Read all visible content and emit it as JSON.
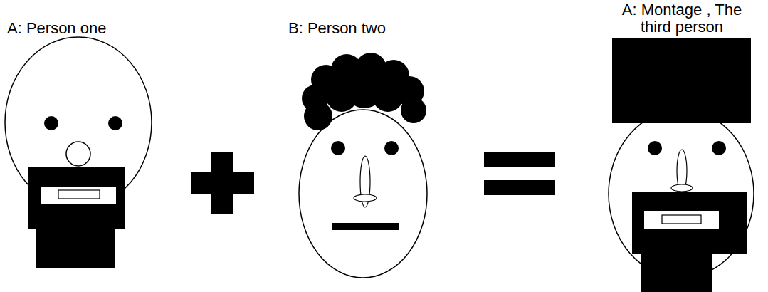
{
  "diagram": {
    "labels": [
      "A: Person one",
      "B: Person two",
      "A: Montage , The third person"
    ]
  }
}
